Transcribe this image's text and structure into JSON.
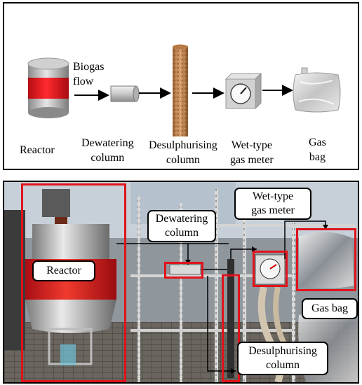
{
  "schematic": {
    "flow_label_line1": "Biogas",
    "flow_label_line2": "flow",
    "reactor": "Reactor",
    "dewatering_line1": "Dewatering",
    "dewatering_line2": "column",
    "desulph_line1": "Desulphurising",
    "desulph_line2": "column",
    "meter_line1": "Wet-type",
    "meter_line2": "gas meter",
    "gasbag_line1": "Gas",
    "gasbag_line2": "bag"
  },
  "photo": {
    "reactor": "Reactor",
    "dewatering_line1": "Dewatering",
    "dewatering_line2": "column",
    "meter_line1": "Wet-type",
    "meter_line2": "gas meter",
    "gasbag": "Gas bag",
    "desulph_line1": "Desulphurising",
    "desulph_line2": "column"
  },
  "colors": {
    "reactor_band": "#e8141c",
    "highlight": "#e0121b",
    "column_fill": "#c98a55"
  }
}
